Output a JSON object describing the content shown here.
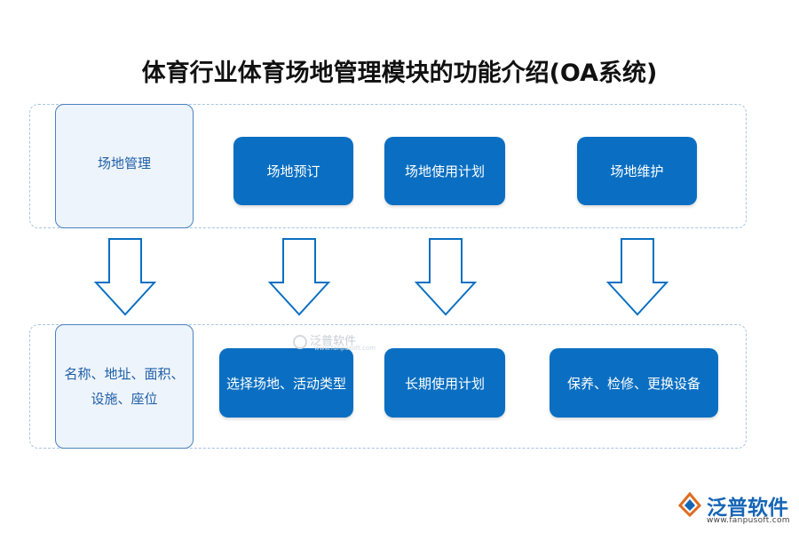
{
  "title": "体育行业体育场地管理模块的功能介绍(OA系统)",
  "top_row": {
    "side": "场地管理",
    "items": [
      "场地预订",
      "场地使用计划",
      "场地维护"
    ]
  },
  "bottom_row": {
    "side": "名称、地址、面积、设施、座位",
    "items": [
      "选择场地、活动类型",
      "长期使用计划",
      "保养、检修、更换设备"
    ]
  },
  "watermark": {
    "text": "泛普软件",
    "sub": "www.fanpusoft.com"
  },
  "logo": {
    "text": "泛普软件",
    "url": "www.fanpusoft.com"
  },
  "colors": {
    "box_fill": "#0a6fc2",
    "side_fill": "#eef4fb",
    "side_border": "#4a82bf",
    "dash": "#a9c4df",
    "arrow": "#0a6fc2"
  }
}
